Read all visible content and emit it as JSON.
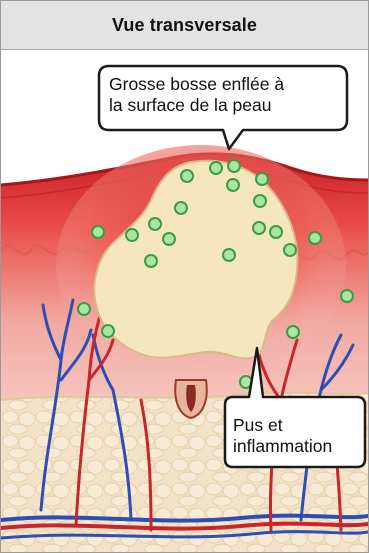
{
  "header": {
    "title": "Vue transversale"
  },
  "callouts": {
    "top": {
      "line1": "Grosse bosse enflée à",
      "line2": "la surface de la peau"
    },
    "bottom": {
      "line1": "Pus et",
      "line2": "inflammation"
    }
  },
  "colors": {
    "skin_red": "#d92b2b",
    "skin_pink": "#f2b5ad",
    "abscess": "#f6e6bf",
    "bacteria": "#8fd98f",
    "fat": "#f3e2c7",
    "vein": "#2d4fb5",
    "artery": "#c8262b"
  }
}
